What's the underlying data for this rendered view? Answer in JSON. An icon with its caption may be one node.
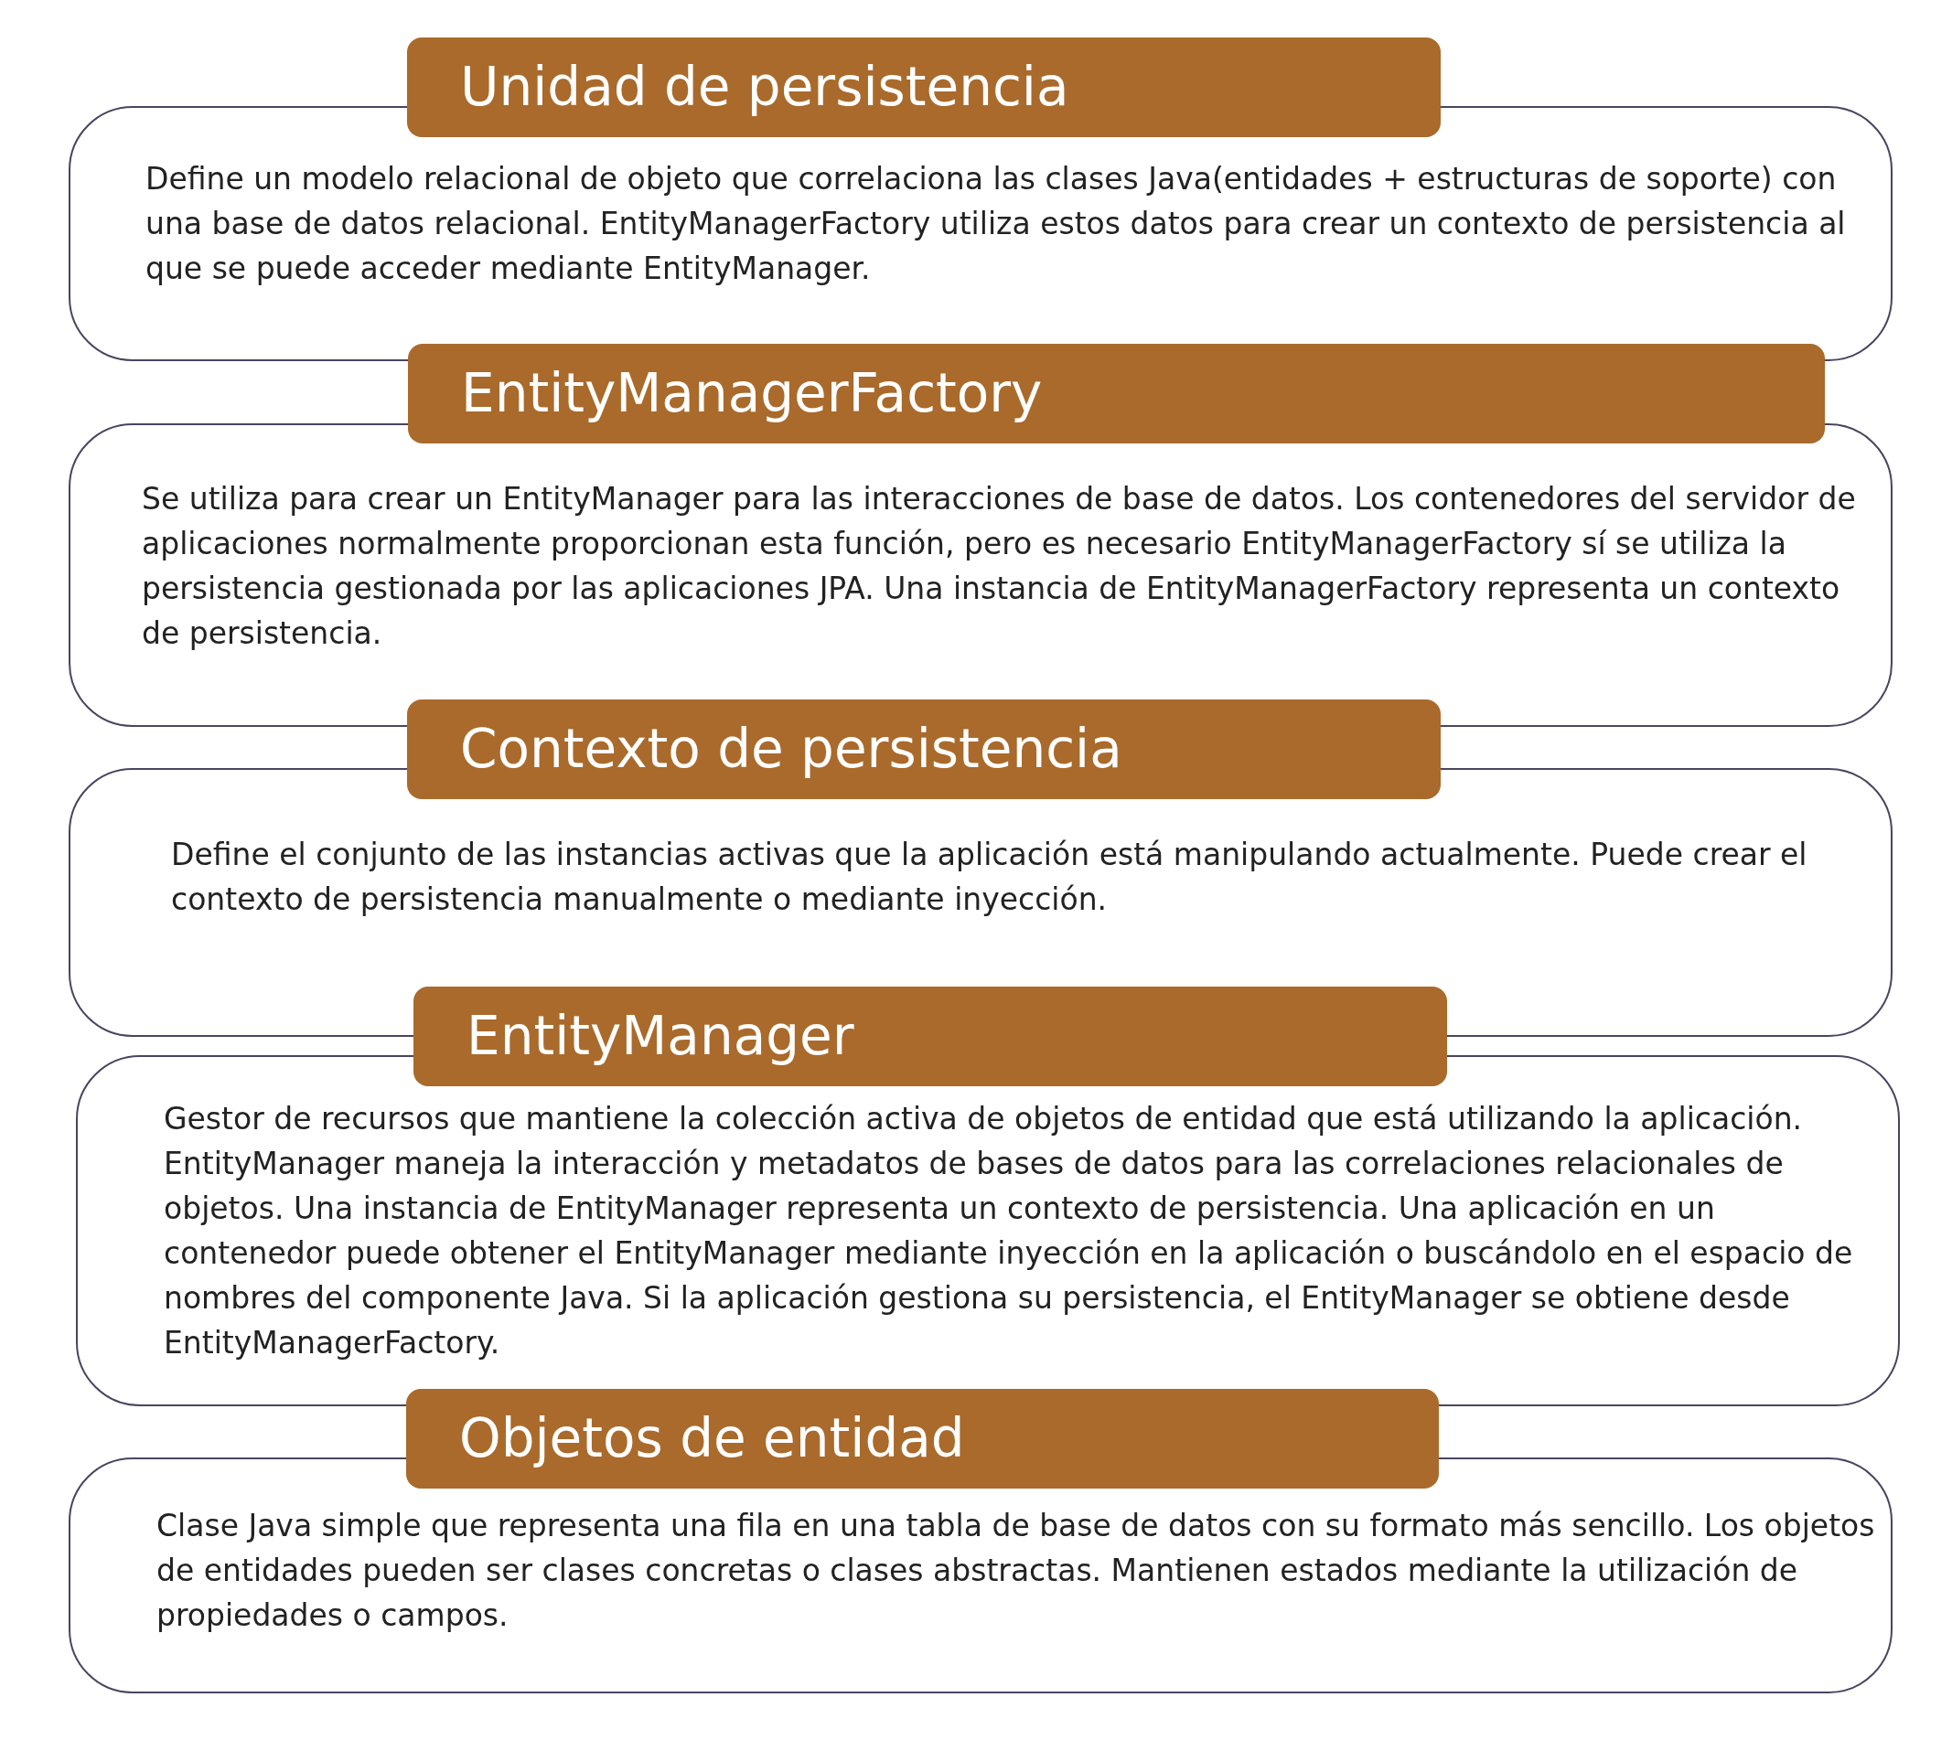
{
  "diagram": {
    "nodes": [
      {
        "text": [
          "Unidad de persistencia",
          "Define un modelo relacional de objeto que correlaciona las clases Java(entidades + estructuras de soporte) con una base de datos relacional. EntityManagerFactory utiliza estos datos para crear un contexto de persistencia al que se puede acceder mediante EntityManager."
        ]
      },
      {
        "text": [
          "EntityManagerFactory",
          "Se utiliza para crear un EntityManager para las interacciones de base de datos. Los contenedores del servidor de aplicaciones normalmente proporcionan esta función, pero es necesario EntityManagerFactory sí se utiliza la persistencia gestionada por las aplicaciones JPA. Una instancia de EntityManagerFactory representa un contexto de persistencia."
        ]
      },
      {
        "text": [
          "Contexto de persistencia",
          "Define el conjunto de las instancias activas que la aplicación está manipulando actualmente. Puede crear el contexto de persistencia manualmente o mediante inyección."
        ]
      },
      {
        "text": [
          "EntityManager",
          "Gestor de recursos que mantiene la colección activa de objetos de entidad que está utilizando la aplicación. EntityManager maneja la interacción y metadatos de bases de datos para las correlaciones relacionales de objetos. Una instancia de EntityManager representa un contexto de persistencia. Una aplicación en un contenedor puede obtener el EntityManager mediante inyección en la aplicación o buscándolo en el espacio de nombres del componente Java. Si la aplicación gestiona su persistencia, el EntityManager se obtiene desde EntityManagerFactory."
        ]
      },
      {
        "text": [
          "Objetos de entidad",
          "Clase Java simple que representa una fila en una tabla de base de datos con su formato más sencillo. Los objetos de entidades pueden ser clases concretas o clases abstractas. Mantienen estados mediante la utilización de propiedades o campos."
        ]
      }
    ]
  }
}
